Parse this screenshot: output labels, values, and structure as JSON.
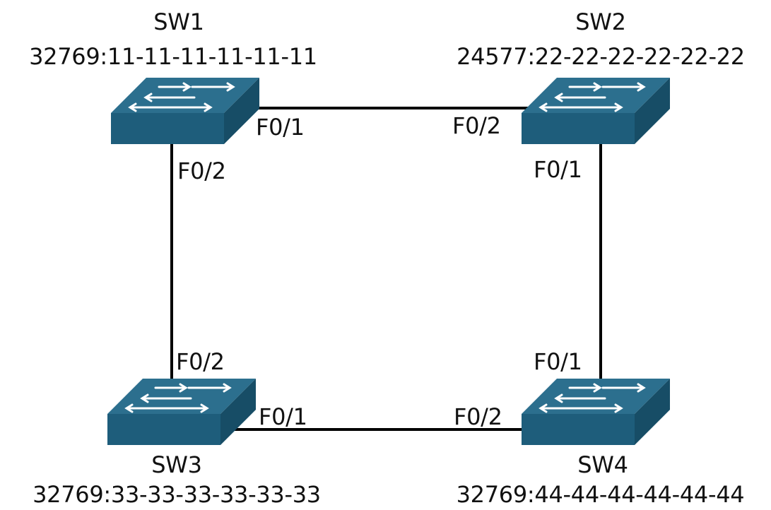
{
  "colors": {
    "switch_top": "#2c6f8e",
    "switch_front": "#1e5d7b",
    "switch_side": "#174d66",
    "arrow": "#ffffff",
    "link": "#000000"
  },
  "icons": {
    "switch": "switch-icon"
  },
  "switches": {
    "sw1": {
      "name": "SW1",
      "bridge_id": "32769:11-11-11-11-11-11"
    },
    "sw2": {
      "name": "SW2",
      "bridge_id": "24577:22-22-22-22-22-22"
    },
    "sw3": {
      "name": "SW3",
      "bridge_id": "32769:33-33-33-33-33-33"
    },
    "sw4": {
      "name": "SW4",
      "bridge_id": "32769:44-44-44-44-44-44"
    }
  },
  "links": {
    "sw1_sw2": {
      "a_port": "F0/1",
      "b_port": "F0/2"
    },
    "sw1_sw3": {
      "a_port": "F0/2",
      "b_port": "F0/2"
    },
    "sw2_sw4": {
      "a_port": "F0/1",
      "b_port": "F0/1"
    },
    "sw3_sw4": {
      "a_port": "F0/1",
      "b_port": "F0/2"
    }
  }
}
